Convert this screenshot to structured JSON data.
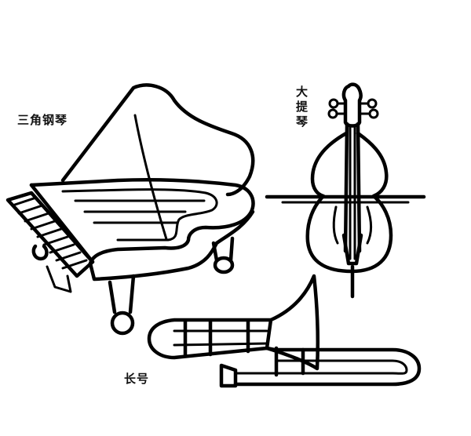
{
  "labels": {
    "piano": "三角钢琴",
    "cello": "大提琴",
    "trombone": "长号"
  },
  "instruments": [
    {
      "name": "piano",
      "icon": "grand-piano-drawing"
    },
    {
      "name": "cello",
      "icon": "cello-drawing"
    },
    {
      "name": "trombone",
      "icon": "trombone-drawing"
    }
  ],
  "colors": {
    "ink": "#000000",
    "background": "#ffffff"
  }
}
